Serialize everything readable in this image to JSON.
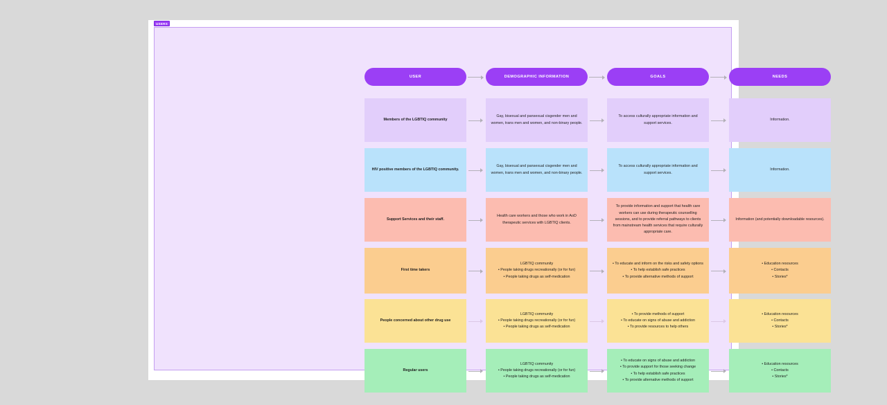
{
  "frame": {
    "badge_label": "USERS",
    "background": "#f0e2fd",
    "border_color": "#c49ef0"
  },
  "canvas": {
    "background": "#d9d9d9",
    "page_background": "#ffffff"
  },
  "accent_color": "#9b3ff5",
  "headers": [
    {
      "label": "USER"
    },
    {
      "label": "DEMOGRAPHIC INFORMATION"
    },
    {
      "label": "GOALS"
    },
    {
      "label": "NEEDS"
    }
  ],
  "rows": [
    {
      "color": "#e2cefb",
      "user": "Members of the LGBTIQ community",
      "demographic": [
        "Gay, bisexual and pansexual cisgender men and women, trans men and women, and non-binary people."
      ],
      "goals": [
        "To access culturally appropriate information and support services."
      ],
      "needs": [
        "Information."
      ]
    },
    {
      "color": "#b9e2fb",
      "user": "HIV positive members of the LGBTIQ community.",
      "demographic": [
        "Gay, bisexual and pansexual cisgender men and women, trans men and women, and non-binary people."
      ],
      "goals": [
        "To access culturally appropriate information and support services."
      ],
      "needs": [
        "Information."
      ]
    },
    {
      "color": "#fcbcb0",
      "user": "Support Services and their staff.",
      "demographic": [
        "Health care workers and those who work in AoD therapeutic services with LGBTIQ clients."
      ],
      "goals": [
        "To provide information and support that health care workers can use during therapeutic counselling sessions, and to provide referral pathways to clients from mainstream health services that require culturally appropriate care."
      ],
      "needs": [
        "Information (and potentially downloadable resources)."
      ]
    },
    {
      "color": "#fbcd8f",
      "user": "First time takers",
      "demographic": [
        "LGBTIQ community",
        "• People taking drugs recreationally (or for fun)",
        "• People taking drugs as self-medication"
      ],
      "goals": [
        "• To educate and inform on the risks and safety options",
        "• To help establish safe practices",
        "• To provide alternative methods of support"
      ],
      "needs": [
        "• Education resources",
        "• Contacts",
        "• Stories*"
      ]
    },
    {
      "color": "#fbe295",
      "user": "People concerned about other drug use",
      "demographic": [
        "LGBTIQ community",
        "• People taking drugs recreationally (or for fun)",
        "• People taking drugs as self-medication"
      ],
      "goals": [
        "• To provide methods of support",
        "• To educate on signs of abuse and addiction",
        "• To provide resources to help others"
      ],
      "needs": [
        "• Education resources",
        "• Contacts",
        "• Stories*"
      ]
    },
    {
      "color": "#a5eeb9",
      "user": "Regular users",
      "demographic": [
        "LGBTIQ community",
        "• People taking drugs recreationally (or for fun)",
        "• People taking drugs as self-medication"
      ],
      "goals": [
        "• To educate on signs of abuse and addiction",
        "• To provide support for those seeking change",
        "• To help establish safe practices",
        "• To provide alternative methods of support"
      ],
      "needs": [
        "• Education resources",
        "• Contacts",
        "• Stories*"
      ]
    }
  ]
}
